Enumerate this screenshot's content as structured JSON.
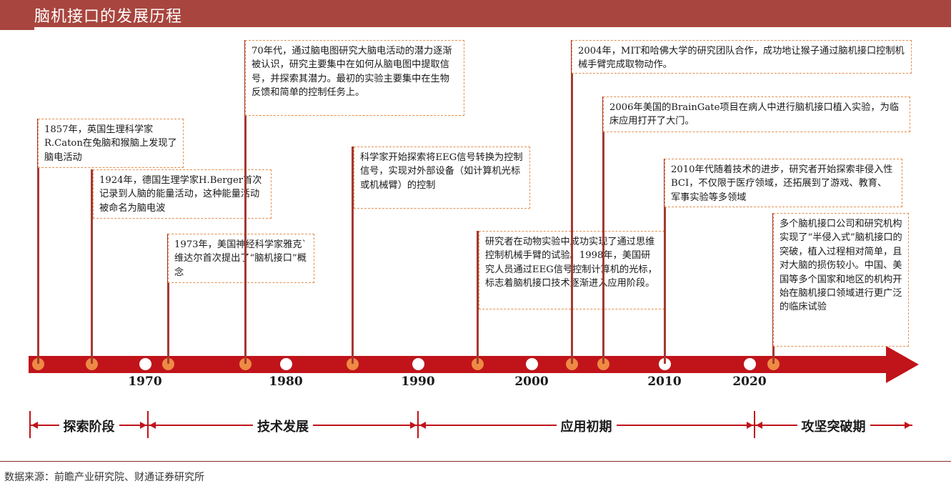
{
  "title": "脑机接口的发展历程",
  "source": "数据来源：前瞻产业研究院、财通证券研究所",
  "events": [
    {
      "text": "1857年，英国生理科学家R.Caton在兔脑和猴脑上发现了脑电活动"
    },
    {
      "text": "1924年，德国生理学家H.Berger首次记录到人脑的能量活动，这种能量活动被命名为脑电波"
    },
    {
      "text": "1973年，美国神经科学家雅克`维达尔首次提出了“脑机接口”概念"
    },
    {
      "text": "70年代，通过脑电图研究大脑电活动的潜力逐渐被认识，研究主要集中在如何从脑电图中提取信号，并探索其潜力。最初的实验主要集中在生物反馈和简单的控制任务上。"
    },
    {
      "text": "科学家开始探索将EEG信号转换为控制信号，实现对外部设备（如计算机光标或机械臂）的控制"
    },
    {
      "text": "研究者在动物实验中成功实现了通过思维控制机械手臂的试验。1998年，美国研究人员通过EEG信号控制计算机的光标，标志着脑机接口技术逐渐进入应用阶段。"
    },
    {
      "text": "2004年，MIT和哈佛大学的研究团队合作，成功地让猴子通过脑机接口控制机械手臂完成取物动作。"
    },
    {
      "text": "2006年美国的BrainGate项目在病人中进行脑机接口植入实验，为临床应用打开了大门。"
    },
    {
      "text": "2010年代随着技术的进步，研究者开始探索非侵入性BCI，不仅限于医疗领域，还拓展到了游戏、教育、军事实验等多领域"
    },
    {
      "text": "多个脑机接口公司和研究机构实现了“半侵入式”脑机接口的突破，植入过程相对简单，且对大脑的损伤较小。中国、美国等多个国家和地区的机构开始在脑机接口领域进行更广泛的临床试验"
    }
  ],
  "decades": [
    "1970",
    "1980",
    "1990",
    "2000",
    "2010",
    "2020"
  ],
  "phases": [
    "探索阶段",
    "技术发展",
    "应用初期",
    "攻坚突破期"
  ],
  "colors": {
    "accent": "#a8453e",
    "arrow": "#c0141a",
    "event_dot": "#ee8a44",
    "box_border": "#e58f4e"
  }
}
